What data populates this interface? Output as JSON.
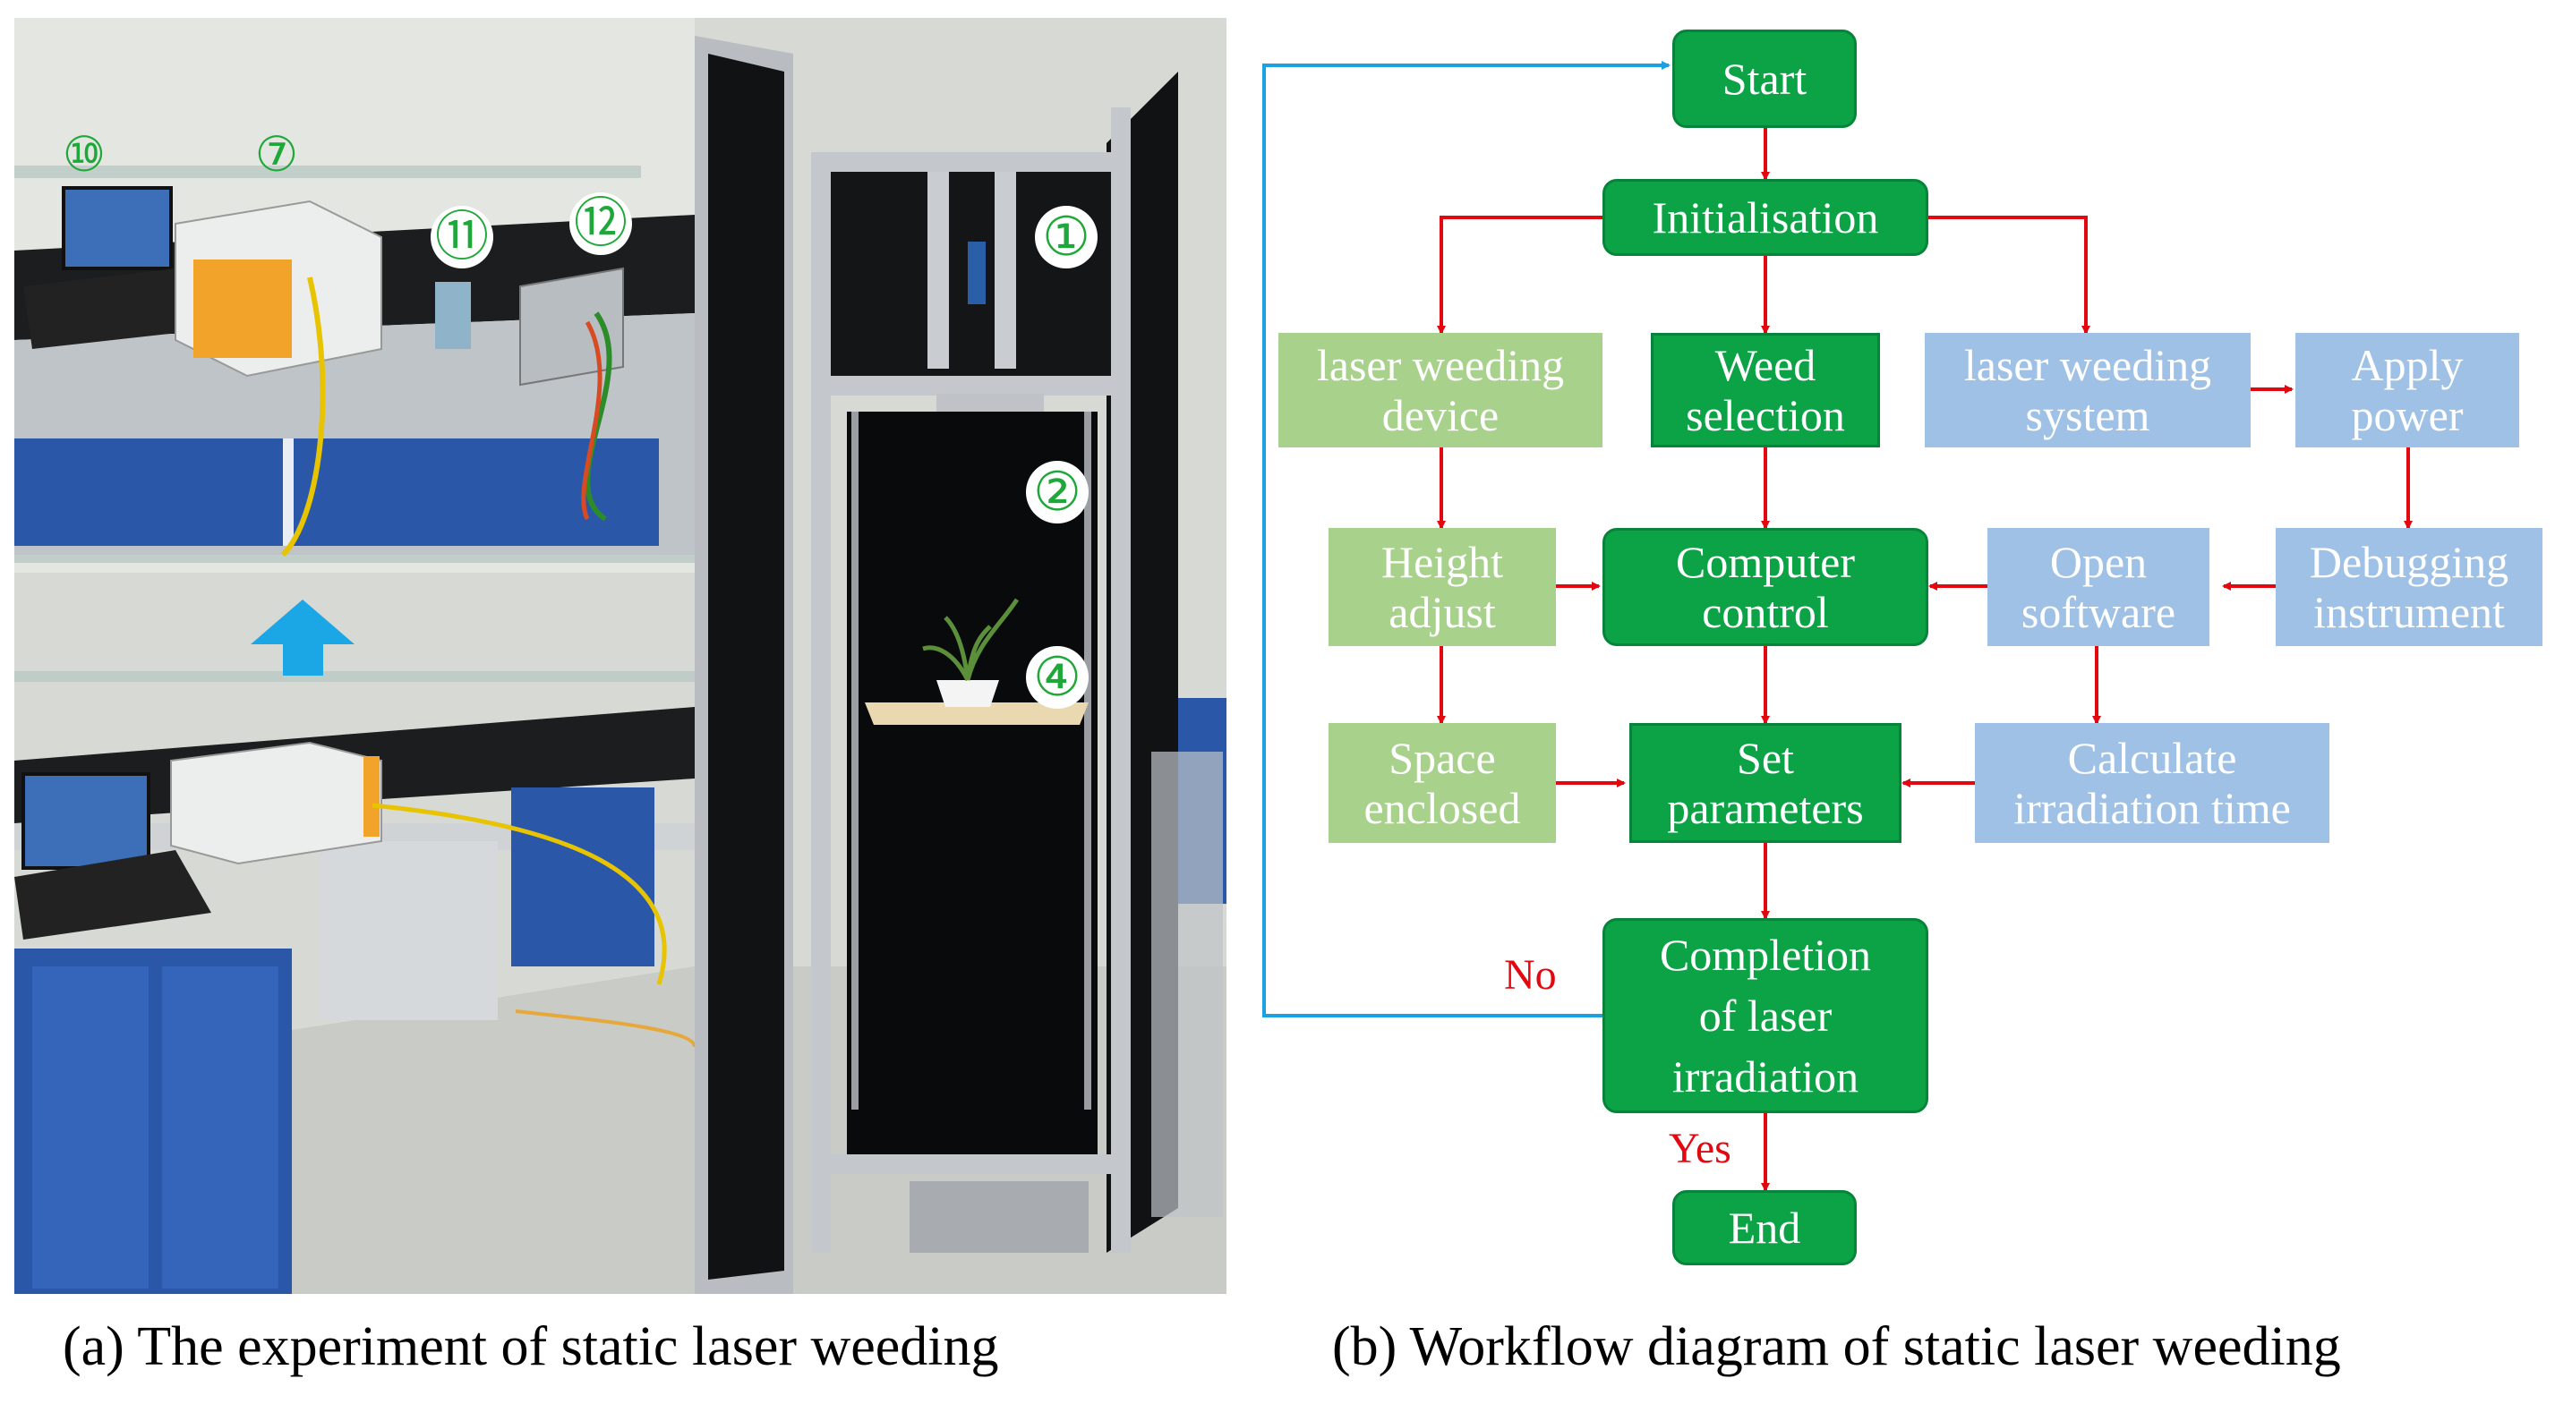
{
  "photo": {
    "markers": [
      "⑩",
      "⑦",
      "⑪",
      "⑫",
      "①",
      "②",
      "④"
    ]
  },
  "flow": {
    "start": "Start",
    "init": "Initialisation",
    "device": "laser weeding device",
    "weed_selection": "Weed selection",
    "system": "laser weeding system",
    "apply_power": "Apply power",
    "height_adjust": "Height adjust",
    "computer_control": "Computer control",
    "open_software": "Open software",
    "debugging": "Debugging instrument",
    "space_enclosed": "Space enclosed",
    "set_parameters": "Set parameters",
    "calc_time": "Calculate irradiation time",
    "completion": "Completion of laser irradiation",
    "end": "End",
    "no_label": "No",
    "yes_label": "Yes"
  },
  "captions": {
    "left": "(a) The experiment of static laser weeding",
    "right": "(b) Workflow diagram of static laser weeding"
  },
  "colors": {
    "dark_green": "#0ca346",
    "light_green": "#a8d18c",
    "light_blue": "#9fc1e6",
    "arrow_red": "#e3070f",
    "loop_blue": "#1ba1e2"
  }
}
